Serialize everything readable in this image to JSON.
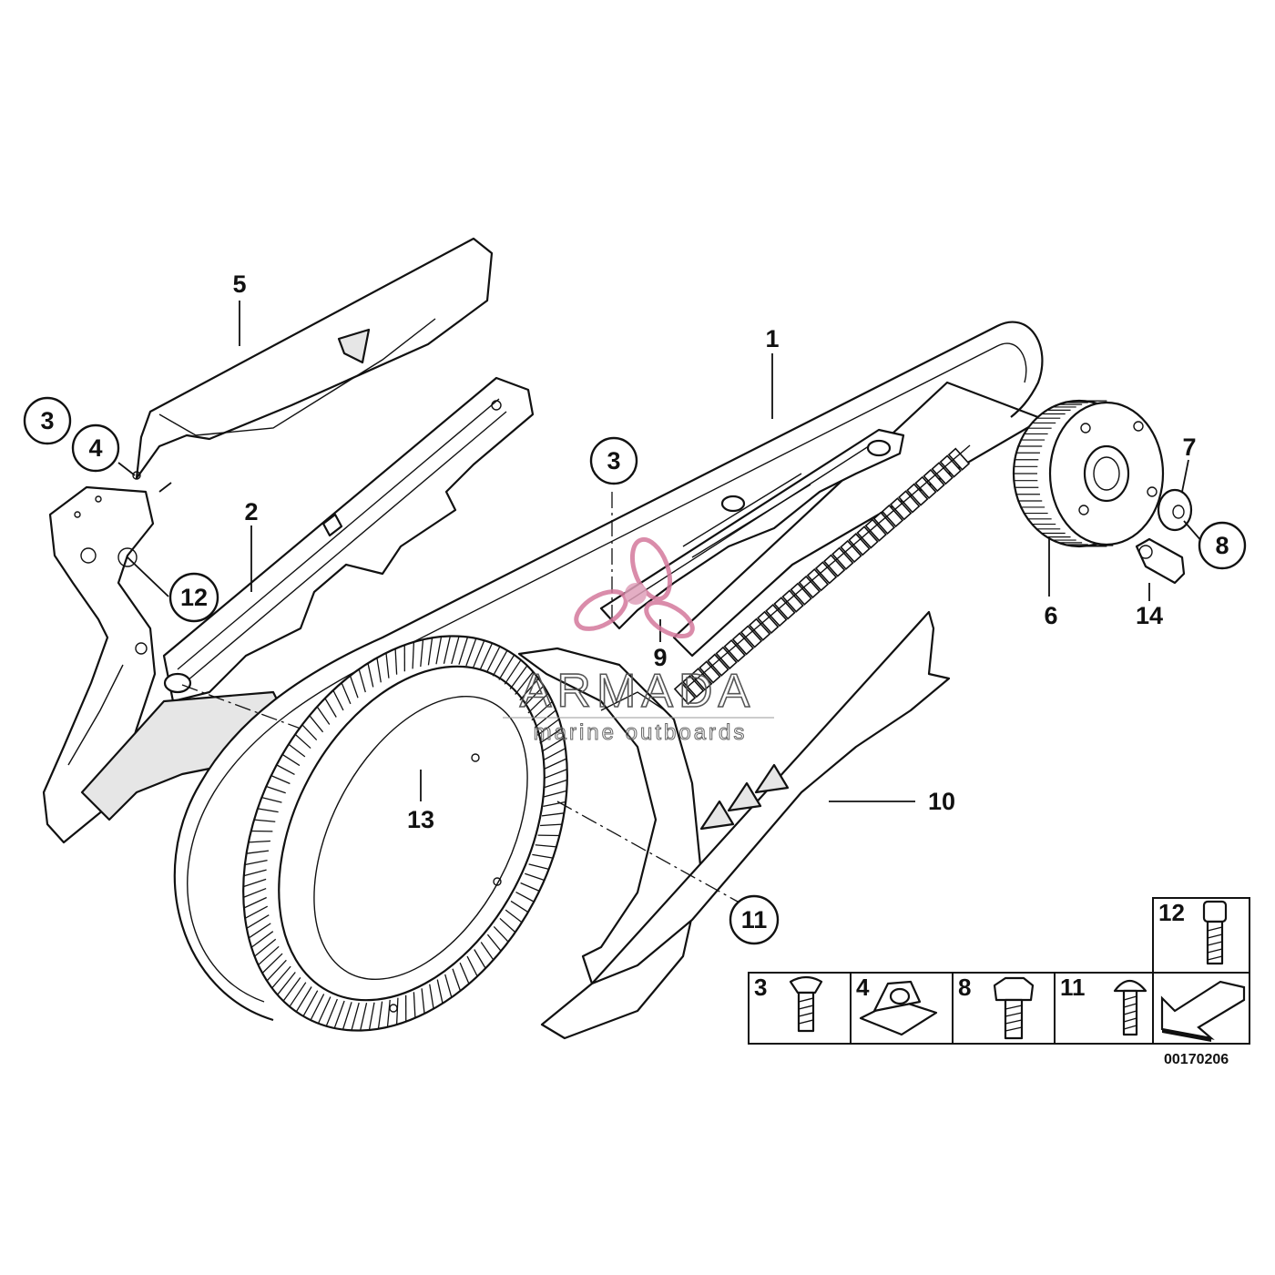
{
  "diagram": {
    "reference_number": "00170206",
    "callouts": {
      "c1": "1",
      "c2": "2",
      "c3a": "3",
      "c3b": "3",
      "c4": "4",
      "c5": "5",
      "c6": "6",
      "c7": "7",
      "c8": "8",
      "c9": "9",
      "c10": "10",
      "c11": "11",
      "c12": "12",
      "c13": "13",
      "c14": "14"
    },
    "legend": {
      "cells": [
        "3",
        "4",
        "8",
        "11"
      ],
      "top_cell": "12"
    }
  },
  "watermark": {
    "title": "ARMADA",
    "subtitle": "marine outboards",
    "logo_color": "#d4789c"
  }
}
